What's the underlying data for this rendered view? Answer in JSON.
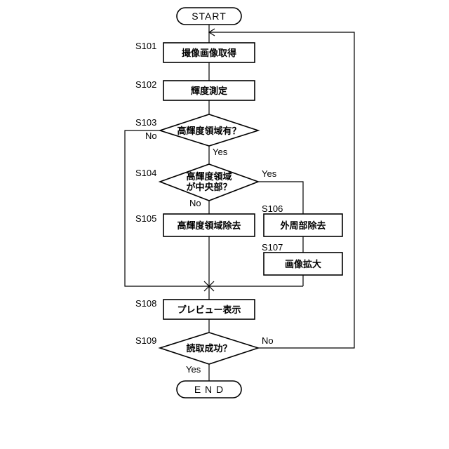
{
  "terminals": {
    "start": "START",
    "end": "E N D"
  },
  "steps": {
    "s101": {
      "id": "S101",
      "label": "撮像画像取得"
    },
    "s102": {
      "id": "S102",
      "label": "輝度測定"
    },
    "s103": {
      "id": "S103",
      "label": "高輝度領域有？"
    },
    "s104": {
      "id": "S104",
      "label_line1": "高輝度領域",
      "label_line2": "が中央部？"
    },
    "s105": {
      "id": "S105",
      "label": "高輝度領域除去"
    },
    "s106": {
      "id": "S106",
      "label": "外周部除去"
    },
    "s107": {
      "id": "S107",
      "label": "画像拡大"
    },
    "s108": {
      "id": "S108",
      "label": "プレビュー表示"
    },
    "s109": {
      "id": "S109",
      "label": "読取成功？"
    }
  },
  "branches": {
    "s103_no": "No",
    "s103_yes": "Yes",
    "s104_yes": "Yes",
    "s104_no": "No",
    "s109_no": "No",
    "s109_yes": "Yes"
  }
}
